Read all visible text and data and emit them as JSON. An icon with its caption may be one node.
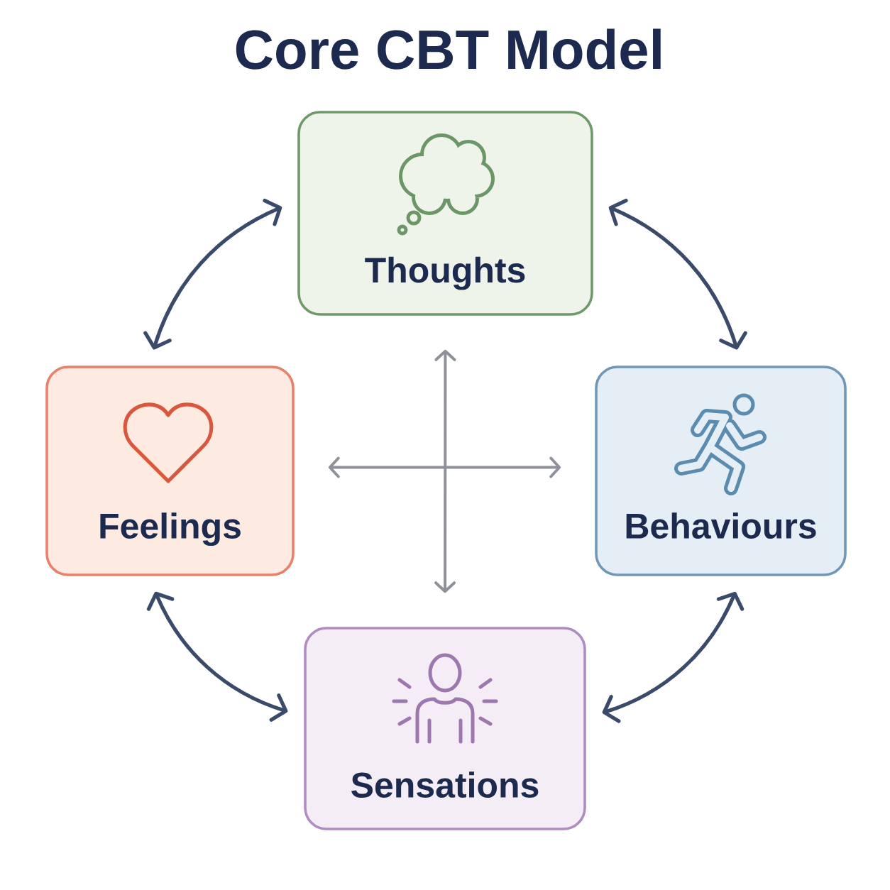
{
  "diagram": {
    "title": "Core CBT Model",
    "nodes": [
      {
        "text": [
          "Thoughts"
        ]
      },
      {
        "text": [
          "Feelings"
        ]
      },
      {
        "text": [
          "Behaviours"
        ]
      },
      {
        "text": [
          "Sensations"
        ]
      }
    ],
    "edges": [
      {
        "from": 0,
        "to": 1,
        "arrow": "both"
      },
      {
        "from": 0,
        "to": 2,
        "arrow": "both"
      },
      {
        "from": 1,
        "to": 3,
        "arrow": "both"
      },
      {
        "from": 2,
        "to": 3,
        "arrow": "both"
      },
      {
        "from": 0,
        "to": 3,
        "arrow": "both",
        "color": "#8e9199"
      },
      {
        "from": 1,
        "to": 2,
        "arrow": "both",
        "color": "#8e9199"
      }
    ]
  }
}
